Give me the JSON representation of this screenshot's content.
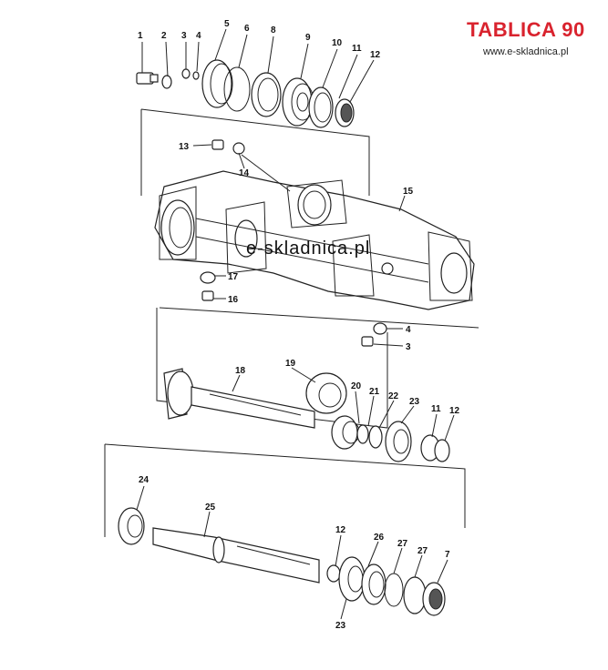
{
  "header": {
    "title": "TABLICA 90",
    "website": "www.e-skladnica.pl",
    "watermark": "e-skladnica.pl"
  },
  "callouts": [
    "1",
    "2",
    "3",
    "4",
    "5",
    "6",
    "7",
    "8",
    "9",
    "10",
    "11",
    "12",
    "13",
    "14",
    "15",
    "16",
    "17",
    "18",
    "19",
    "20",
    "21",
    "22",
    "23",
    "24",
    "25",
    "26",
    "27"
  ],
  "colors": {
    "title": "#d9232e",
    "ink": "#222222"
  }
}
